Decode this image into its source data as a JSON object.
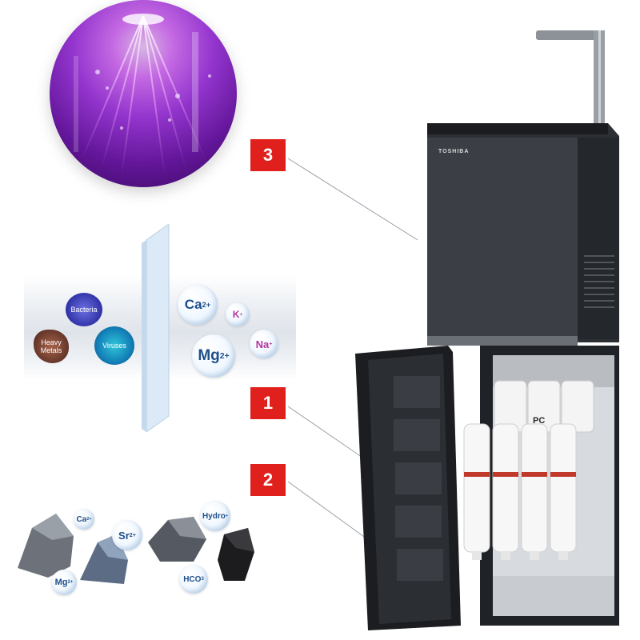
{
  "badges": {
    "one": "1",
    "two": "2",
    "three": "3"
  },
  "brand": "TOSHIBA",
  "membrane_section": {
    "contaminants": [
      "Bacteria",
      "Heavy Metals",
      "Viruses"
    ],
    "ions": [
      "Ca",
      "2+",
      "K",
      "+",
      "Na",
      "+",
      "Mg",
      "2+"
    ]
  },
  "mineral_section": {
    "ions": [
      "Ca",
      "2+",
      "Sr",
      "2+",
      "Hydro",
      "+",
      "Mg",
      "2+",
      "HCO",
      "3"
    ]
  },
  "dispenser": {
    "filter_tag": "PC"
  },
  "colors": {
    "badge": "#e0201c",
    "uv_purple": "#a63ee6",
    "dispenser_body": "#2a2d32"
  }
}
